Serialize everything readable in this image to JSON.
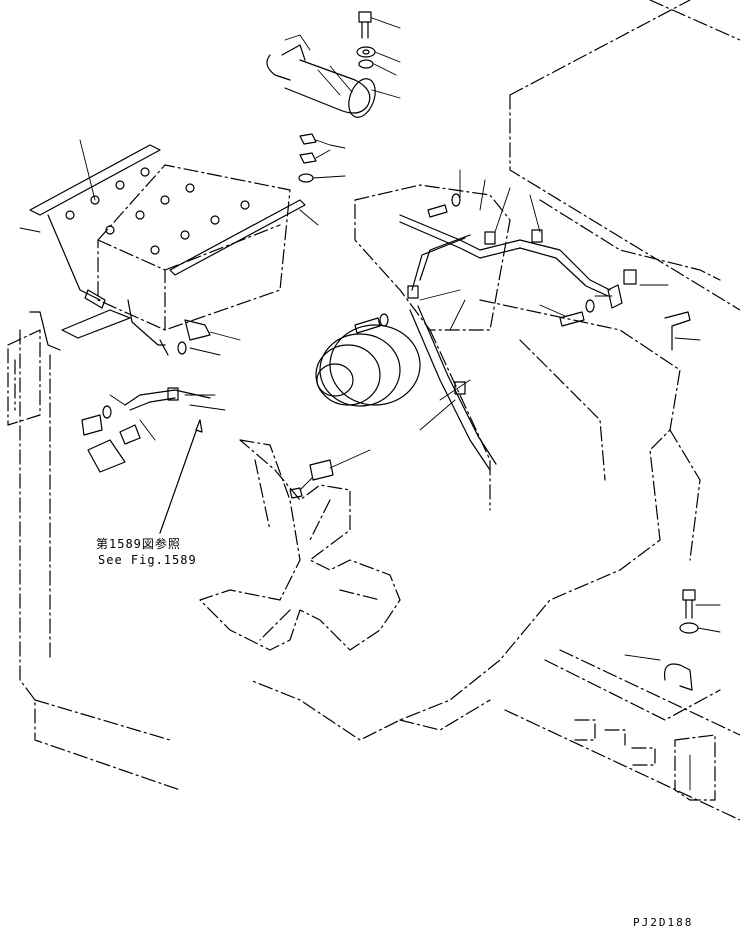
{
  "reference": {
    "jp": "第1589図参照",
    "en": "See Fig.1589"
  },
  "drawing_code": "PJ2D188"
}
